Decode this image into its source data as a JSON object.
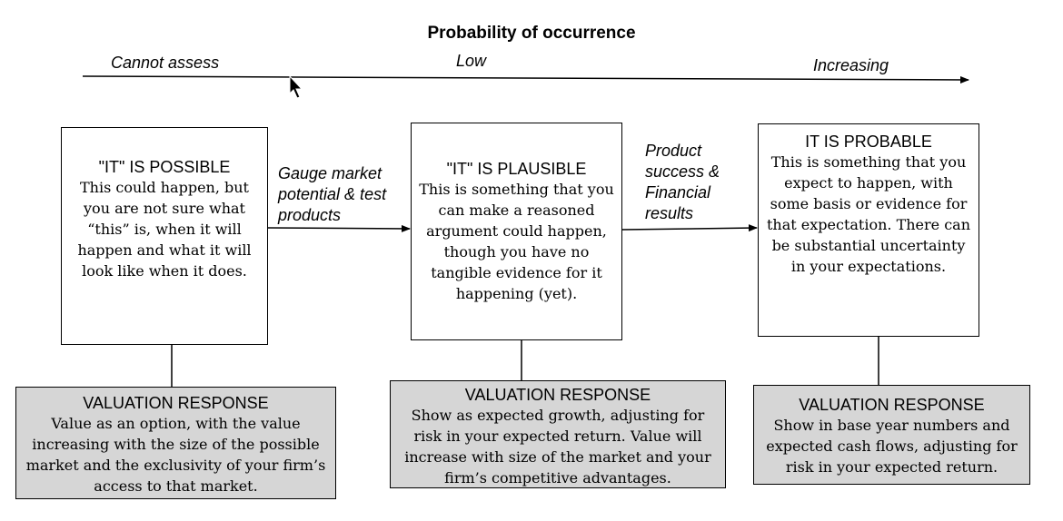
{
  "title": "Probability of occurrence",
  "scale": {
    "left": "Cannot assess",
    "middle": "Low",
    "right": "Increasing"
  },
  "stages": [
    {
      "heading": "\"IT\" IS POSSIBLE",
      "body": "This could happen, but you are not sure what “this” is, when it will happen and what it will look like when it does.",
      "response_heading": "VALUATION RESPONSE",
      "response_body": "Value as an option, with the value increasing with the size of the possible market and the exclusivity of your firm’s access to that market."
    },
    {
      "heading": "\"IT\" IS PLAUSIBLE",
      "body": "This is something that you can make a reasoned argument could happen, though you have no tangible evidence for it happening (yet).",
      "response_heading": "VALUATION RESPONSE",
      "response_body": "Show as expected growth, adjusting for risk in your expected return. Value will increase with size of the market and your firm’s competitive advantages."
    },
    {
      "heading": "IT IS PROBABLE",
      "body": "This is something that you expect to happen, with some basis or evidence for that expectation. There can be substantial uncertainty in your expectations.",
      "response_heading": "VALUATION RESPONSE",
      "response_body": "Show in base year numbers and expected cash flows, adjusting for risk in your expected return."
    }
  ],
  "transitions": [
    "Gauge market potential & test products",
    "Product success & Financial results"
  ],
  "cursor_icon": "mouse-pointer-icon"
}
